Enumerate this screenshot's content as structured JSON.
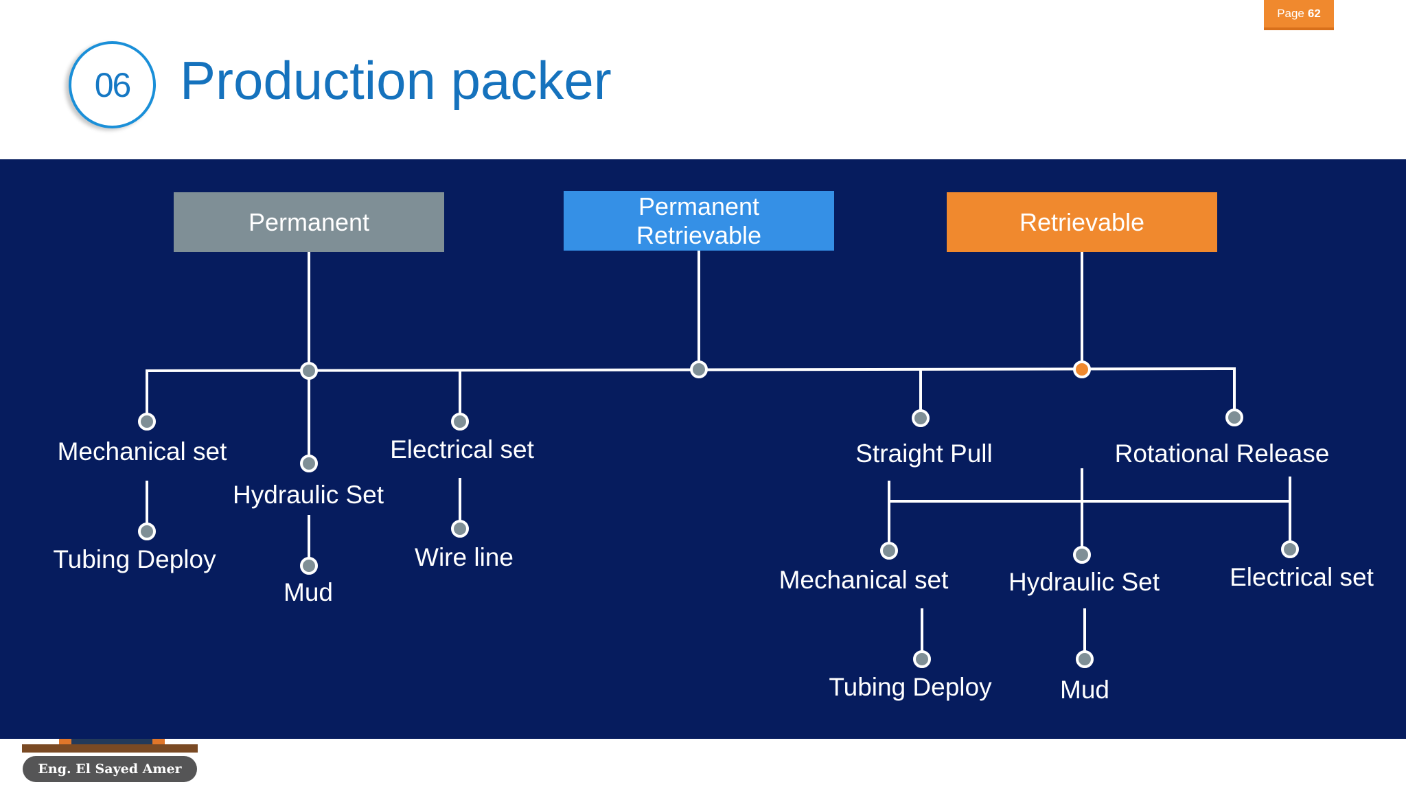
{
  "header": {
    "page_label": "Page",
    "page_number": "62",
    "section_number": "06",
    "title": "Production packer"
  },
  "diagram": {
    "categories": [
      {
        "label": "Permanent",
        "color": "#7f8f96"
      },
      {
        "label": "Permanent\nRetrievable",
        "color": "#3590e6"
      },
      {
        "label": "Retrievable",
        "color": "#f0892e"
      }
    ],
    "permanent_branch": {
      "mechanical_set": "Mechanical set",
      "tubing_deploy": "Tubing Deploy",
      "hydraulic_set": "Hydraulic Set",
      "mud": "Mud",
      "electrical_set": "Electrical set",
      "wire_line": "Wire line"
    },
    "retrievable_branch": {
      "straight_pull": "Straight Pull",
      "rotational_release": "Rotational Release",
      "mechanical_set": "Mechanical set",
      "tubing_deploy": "Tubing Deploy",
      "hydraulic_set": "Hydraulic Set",
      "mud": "Mud",
      "electrical_set": "Electrical set"
    },
    "colors": {
      "panel": "#061c5e",
      "line": "#ffffff",
      "node": "#7f8f96",
      "accent_node": "#f0892e"
    }
  },
  "footer": {
    "author": "Eng. El Sayed Amer"
  }
}
